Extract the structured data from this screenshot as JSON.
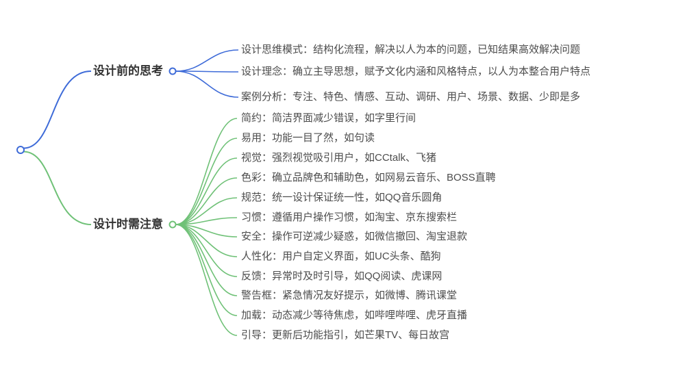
{
  "colors": {
    "branch1": "#3E6BD8",
    "branch2": "#6FC177"
  },
  "mindmap": {
    "branches": [
      {
        "label": "设计前的思考",
        "children": [
          "设计思维模式：结构化流程，解决以人为本的问题，已知结果高效解决问题",
          "设计理念：确立主导思想，赋予文化内涵和风格特点，以人为本整合用户特点",
          "案例分析：专注、特色、情感、互动、调研、用户、场景、数据、少即是多"
        ]
      },
      {
        "label": "设计时需注意",
        "children": [
          "简约：简洁界面减少错误，如字里行间",
          "易用：功能一目了然，如句读",
          "视觉：强烈视觉吸引用户，如CCtalk、飞猪",
          "色彩：确立品牌色和辅助色，如网易云音乐、BOSS直聘",
          "规范：统一设计保证统一性，如QQ音乐圆角",
          "习惯：遵循用户操作习惯，如淘宝、京东搜索栏",
          "安全：操作可逆减少疑惑，如微信撤回、淘宝退款",
          "人性化：用户自定义界面，如UC头条、酷狗",
          "反馈：异常时及时引导，如QQ阅读、虎课网",
          "警告框：紧急情况友好提示，如微博、腾讯课堂",
          "加载：动态减少等待焦虑，如哔哩哔哩、虎牙直播",
          "引导：更新后功能指引，如芒果TV、每日故宫"
        ]
      }
    ]
  }
}
